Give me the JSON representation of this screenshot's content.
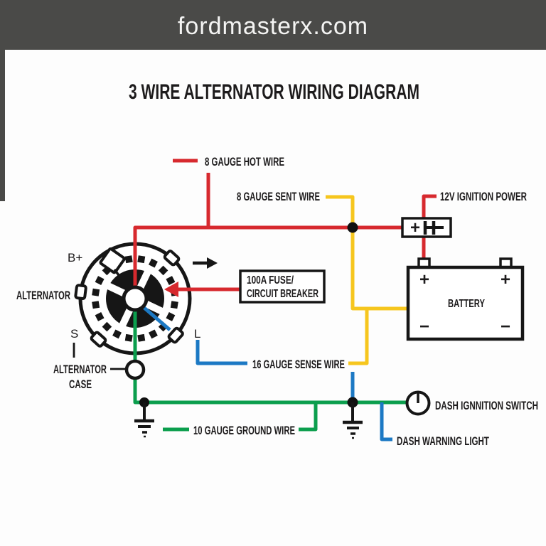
{
  "banner": {
    "site": "fordmasterx.com",
    "bg": "#4a4a48"
  },
  "title": "3 WIRE ALTERNATOR WIRING DIAGRAM",
  "colors": {
    "red": "#d7292e",
    "yellow": "#f6c61e",
    "green": "#0b9e4d",
    "blue": "#1c79c4",
    "line_black": "#161616"
  },
  "labels": {
    "hot_wire": "8 GAUGE HOT WIRE",
    "sent_wire": "8 GAUGE SENT WIRE",
    "ignition_power": "12V IGNITION POWER",
    "fuse_line1": "100A FUSE/",
    "fuse_line2": "CIRCUIT BREAKER",
    "battery": "BATTERY",
    "sense_wire": "16 GAUGE SENSE WIRE",
    "ground_wire": "10 GAUGE GROUND WIRE",
    "ignition_switch": "DASH IGNNITION SWITCH",
    "warning_light": "DASH WARNING LIGHT",
    "alternator": "ALTERNATOR",
    "alt_case_line1": "ALTERNATOR",
    "alt_case_line2": "CASE",
    "terminal_bplus": "B+",
    "terminal_s": "S",
    "terminal_l": "L",
    "plus": "+",
    "minus": "−",
    "fuse_plus": "+"
  }
}
